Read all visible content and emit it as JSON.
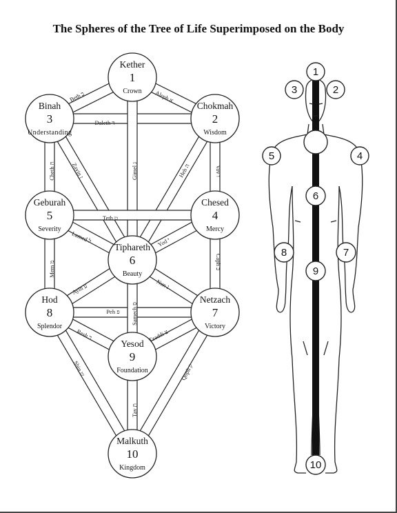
{
  "title": "The Spheres of the Tree of Life Superimposed on the Body",
  "sephiroth": [
    {
      "name": "Kether",
      "number": "1",
      "meaning": "Crown"
    },
    {
      "name": "Chokmah",
      "number": "2",
      "meaning": "Wisdom"
    },
    {
      "name": "Binah",
      "number": "3",
      "meaning": "Understanding"
    },
    {
      "name": "Chesed",
      "number": "4",
      "meaning": "Mercy"
    },
    {
      "name": "Geburah",
      "number": "5",
      "meaning": "Severity"
    },
    {
      "name": "Tiphareth",
      "number": "6",
      "meaning": "Beauty"
    },
    {
      "name": "Netzach",
      "number": "7",
      "meaning": "Victory"
    },
    {
      "name": "Hod",
      "number": "8",
      "meaning": "Splendor"
    },
    {
      "name": "Yesod",
      "number": "9",
      "meaning": "Foundation"
    },
    {
      "name": "Malkuth",
      "number": "10",
      "meaning": "Kingdom"
    }
  ],
  "paths": [
    {
      "label": "Beth ב"
    },
    {
      "label": "Aleph א"
    },
    {
      "label": "Daleth ד"
    },
    {
      "label": "Gimel ג"
    },
    {
      "label": "Heh ה"
    },
    {
      "label": "Vav ו"
    },
    {
      "label": "Cheth ח"
    },
    {
      "label": "Zayin ז"
    },
    {
      "label": "Teth ט"
    },
    {
      "label": "Lamed ל"
    },
    {
      "label": "Yod י"
    },
    {
      "label": "Mem מ"
    },
    {
      "label": "Caph כ"
    },
    {
      "label": "Ayin ע"
    },
    {
      "label": "Nun נ"
    },
    {
      "label": "Peh פ"
    },
    {
      "label": "Samech ס"
    },
    {
      "label": "Resh ר"
    },
    {
      "label": "Tzaddi צ"
    },
    {
      "label": "Shin ש"
    },
    {
      "label": "Qoph ק"
    },
    {
      "label": "Tav ת"
    }
  ],
  "body_markers": [
    "1",
    "2",
    "3",
    "4",
    "5",
    "6",
    "7",
    "8",
    "9",
    "10"
  ]
}
